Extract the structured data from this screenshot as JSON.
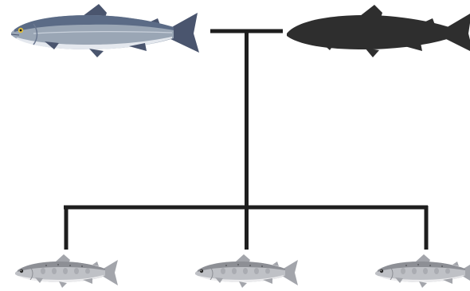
{
  "diagram": {
    "type": "pedigree",
    "parents": [
      {
        "id": "parent-salmon",
        "depiction": "salmon-illustration",
        "style": "colored"
      },
      {
        "id": "parent-salmon-silhouette",
        "depiction": "salmon-silhouette",
        "style": "silhouette"
      }
    ],
    "offspring": [
      {
        "id": "offspring-1",
        "depiction": "juvenile-salmon-illustration"
      },
      {
        "id": "offspring-2",
        "depiction": "juvenile-salmon-illustration"
      },
      {
        "id": "offspring-3",
        "depiction": "juvenile-salmon-illustration"
      }
    ],
    "colors": {
      "line": "#1e1e1e",
      "silhouette": "#2e2e2e",
      "salmon_back": "#5b6b86",
      "salmon_side": "#9aa6b5",
      "salmon_belly": "#e4e8ee",
      "salmon_fin": "#4a556e",
      "juvenile_back": "#8d8f95",
      "juvenile_side": "#bfc1c6",
      "juvenile_belly": "#ececee",
      "juvenile_fin": "#a3a5ab"
    }
  }
}
